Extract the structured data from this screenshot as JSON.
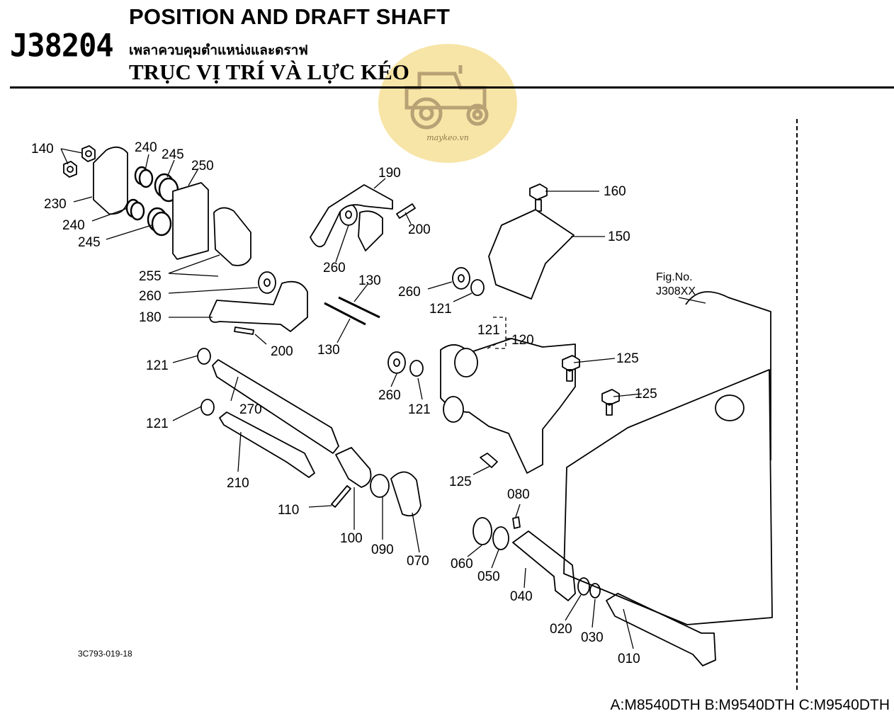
{
  "header": {
    "figure_code": "J38204",
    "title_en": "POSITION AND DRAFT SHAFT",
    "title_th": "เพลาควบคุมตำแหน่งและดราฟ",
    "title_vi": "TRỤC VỊ TRÍ VÀ LỰC KÉO"
  },
  "watermark": {
    "text": "maykeo.vn",
    "icon": "tractor-icon"
  },
  "reference": {
    "line1": "Fig.No.",
    "line2": "J308XX"
  },
  "drawing_code": "3C793-019-18",
  "models": "A:M8540DTH B:M9540DTH C:M9540DTH",
  "callouts": {
    "c140": "140",
    "c240a": "240",
    "c245a": "245",
    "c250": "250",
    "c230": "230",
    "c240b": "240",
    "c245b": "245",
    "c190": "190",
    "c200a": "200",
    "c160": "160",
    "c150": "150",
    "c255": "255",
    "c260a": "260",
    "c260b": "260",
    "c260c": "260",
    "c260d": "260",
    "c130a": "130",
    "c130b": "130",
    "c180": "180",
    "c200b": "200",
    "c121a": "121",
    "c121b": "121",
    "c121c": "121",
    "c121d": "121",
    "c121e": "121",
    "c120": "120",
    "c125a": "125",
    "c125b": "125",
    "c125c": "125",
    "c270": "270",
    "c210": "210",
    "c110": "110",
    "c100": "100",
    "c090": "090",
    "c070": "070",
    "c080": "080",
    "c060": "060",
    "c050": "050",
    "c040": "040",
    "c020": "020",
    "c030": "030",
    "c010": "010"
  }
}
